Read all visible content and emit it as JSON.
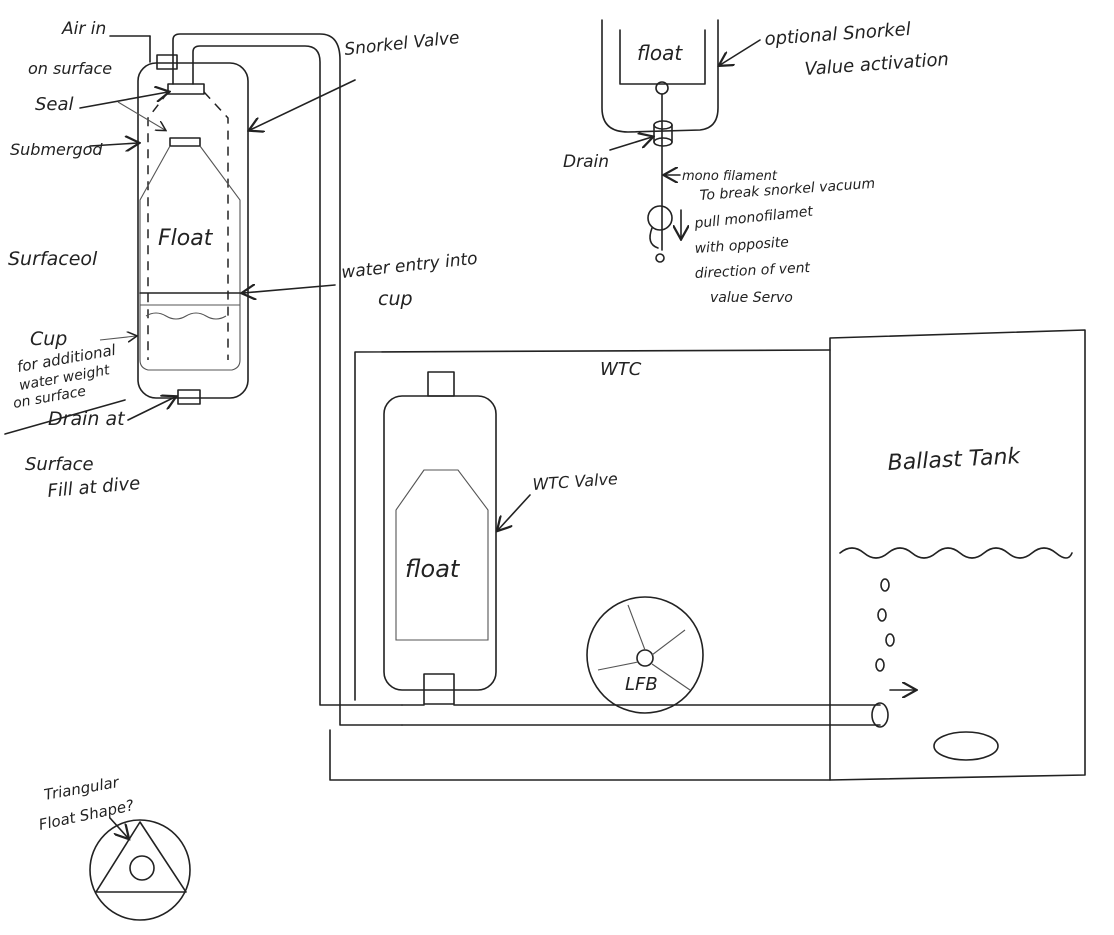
{
  "labels": {
    "air_in": "Air in",
    "on_surface": "on surface",
    "seal": "Seal",
    "submerged": "Submergod",
    "surfaced": "Surfaceol",
    "float_left": "Float",
    "snorkel_valve": "Snorkel Valve",
    "water_entry_1": "water entry  into",
    "water_entry_2": "cup",
    "cup_1": "Cup",
    "cup_2": "for additional",
    "cup_3": "water weight",
    "cup_4": "on surface",
    "drain_at": "Drain at",
    "surface": "Surface",
    "fill_at_dive": "Fill at dive",
    "float_top": "float",
    "optional_1": "optional Snorkel",
    "optional_2": "Value activation",
    "drain": "Drain",
    "mono": "mono filament",
    "note_1": "To break snorkel vacuum",
    "note_2": "pull monofilamet",
    "note_3": "with opposite",
    "note_4": "direction of vent",
    "note_5": "value Servo",
    "wtc": "WTC",
    "wtc_valve": "WTC Valve",
    "float_wtc": "float",
    "lfb": "LFB",
    "ballast_tank": "Ballast Tank",
    "triangular_1": "Triangular",
    "triangular_2": "Float Shape?"
  }
}
